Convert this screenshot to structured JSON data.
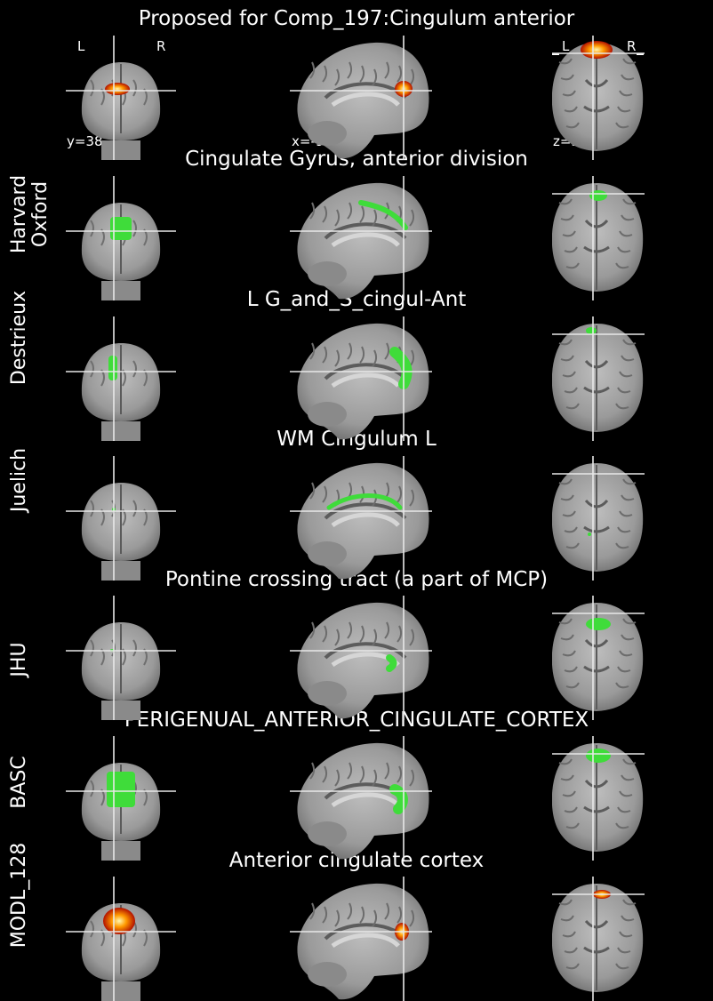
{
  "main_title": "Proposed for Comp_197:Cingulum anterior",
  "coords": {
    "y": "y=38",
    "x": "x=-9",
    "z": "z=5"
  },
  "orientation": {
    "left": "L",
    "right": "R"
  },
  "rows": [
    {
      "atlas": "Harvard\nOxford",
      "region": "Cingulate Gyrus, anterior division"
    },
    {
      "atlas": "Destrieux",
      "region": "L G_and_S_cingul-Ant"
    },
    {
      "atlas": "Juelich",
      "region": "WM Cingulum L"
    },
    {
      "atlas": "JHU",
      "region": "Pontine crossing tract (a part of MCP)"
    },
    {
      "atlas": "BASC",
      "region": "PERIGENUAL_ANTERIOR_CINGULATE_CORTEX"
    },
    {
      "atlas": "MODL_128",
      "region": "Anterior cingulate cortex"
    }
  ],
  "colors": {
    "overlay_green": "#3fdc3a",
    "hot_core": "#fff7b0",
    "hot_mid": "#ff9a00",
    "hot_edge": "#b21000",
    "crosshair": "#e8e8e8"
  }
}
